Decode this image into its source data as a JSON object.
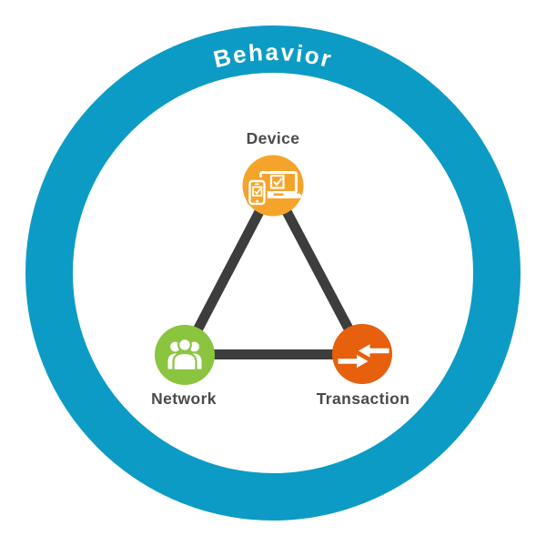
{
  "diagram": {
    "title": "Behavior",
    "ring_label": "Behavior"
  },
  "nodes": [
    {
      "id": "device",
      "label": "Device",
      "icon": "devices-laptop-phone-icon",
      "color": "#f5a42b",
      "position": "top"
    },
    {
      "id": "network",
      "label": "Network",
      "icon": "people-group-icon",
      "color": "#8bc53f",
      "position": "bottom-left"
    },
    {
      "id": "transaction",
      "label": "Transaction",
      "icon": "transfer-arrows-icon",
      "color": "#e6600d",
      "position": "bottom-right"
    }
  ],
  "connections": [
    [
      "device",
      "network"
    ],
    [
      "device",
      "transaction"
    ],
    [
      "network",
      "transaction"
    ]
  ],
  "colors": {
    "ring": "#0c9bc5",
    "line": "#3d3d3d",
    "label": "#4a4a4a",
    "device": "#f5a42b",
    "network": "#8bc53f",
    "transaction": "#e6600d",
    "icon": "#ffffff",
    "background": "#ffffff"
  }
}
